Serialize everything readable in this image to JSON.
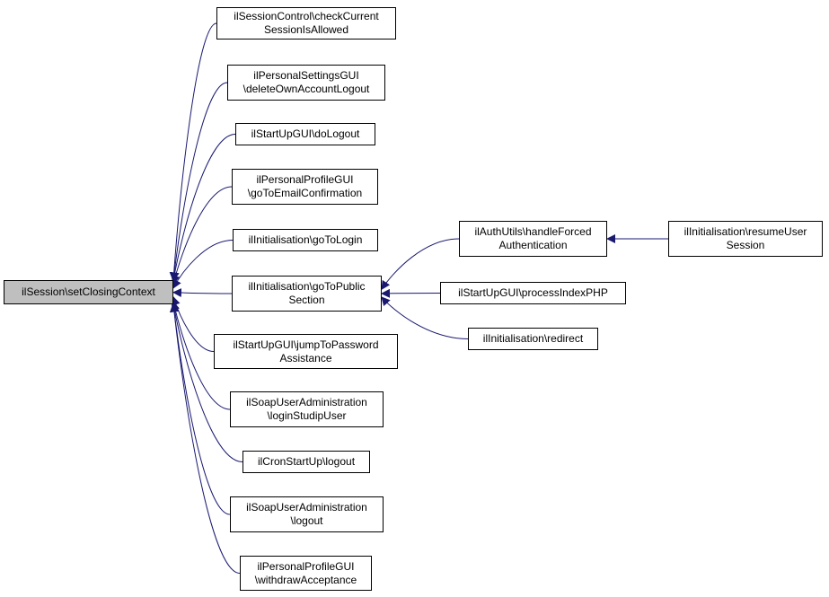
{
  "colors": {
    "edge": "#191970",
    "focus_fill": "#bfbfbf",
    "node_fill": "#ffffff",
    "border": "#000000"
  },
  "nodes": {
    "setClosingContext": [
      "ilSession\\setClosingContext"
    ],
    "checkCurrentSession": [
      "ilSessionControl\\checkCurrent",
      "SessionIsAllowed"
    ],
    "deleteOwnAccountLogout": [
      "ilPersonalSettingsGUI",
      "\\deleteOwnAccountLogout"
    ],
    "doLogout": [
      "ilStartUpGUI\\doLogout"
    ],
    "goToEmailConfirmation": [
      "ilPersonalProfileGUI",
      "\\goToEmailConfirmation"
    ],
    "goToLogin": [
      "ilInitialisation\\goToLogin"
    ],
    "goToPublicSection": [
      "ilInitialisation\\goToPublic",
      "Section"
    ],
    "jumpToPasswordAssistance": [
      "ilStartUpGUI\\jumpToPassword",
      "Assistance"
    ],
    "loginStudipUser": [
      "ilSoapUserAdministration",
      "\\loginStudipUser"
    ],
    "cronLogout": [
      "ilCronStartUp\\logout"
    ],
    "soapLogout": [
      "ilSoapUserAdministration",
      "\\logout"
    ],
    "withdrawAcceptance": [
      "ilPersonalProfileGUI",
      "\\withdrawAcceptance"
    ],
    "handleForcedAuthentication": [
      "ilAuthUtils\\handleForced",
      "Authentication"
    ],
    "processIndexPHP": [
      "ilStartUpGUI\\processIndexPHP"
    ],
    "redirect": [
      "ilInitialisation\\redirect"
    ],
    "resumeUserSession": [
      "ilInitialisation\\resumeUser",
      "Session"
    ]
  },
  "edges": [
    {
      "from": "checkCurrentSession",
      "to": "setClosingContext"
    },
    {
      "from": "deleteOwnAccountLogout",
      "to": "setClosingContext"
    },
    {
      "from": "doLogout",
      "to": "setClosingContext"
    },
    {
      "from": "goToEmailConfirmation",
      "to": "setClosingContext"
    },
    {
      "from": "goToLogin",
      "to": "setClosingContext"
    },
    {
      "from": "goToPublicSection",
      "to": "setClosingContext"
    },
    {
      "from": "jumpToPasswordAssistance",
      "to": "setClosingContext"
    },
    {
      "from": "loginStudipUser",
      "to": "setClosingContext"
    },
    {
      "from": "cronLogout",
      "to": "setClosingContext"
    },
    {
      "from": "soapLogout",
      "to": "setClosingContext"
    },
    {
      "from": "withdrawAcceptance",
      "to": "setClosingContext"
    },
    {
      "from": "handleForcedAuthentication",
      "to": "goToPublicSection"
    },
    {
      "from": "processIndexPHP",
      "to": "goToPublicSection"
    },
    {
      "from": "redirect",
      "to": "goToPublicSection"
    },
    {
      "from": "resumeUserSession",
      "to": "handleForcedAuthentication"
    }
  ]
}
